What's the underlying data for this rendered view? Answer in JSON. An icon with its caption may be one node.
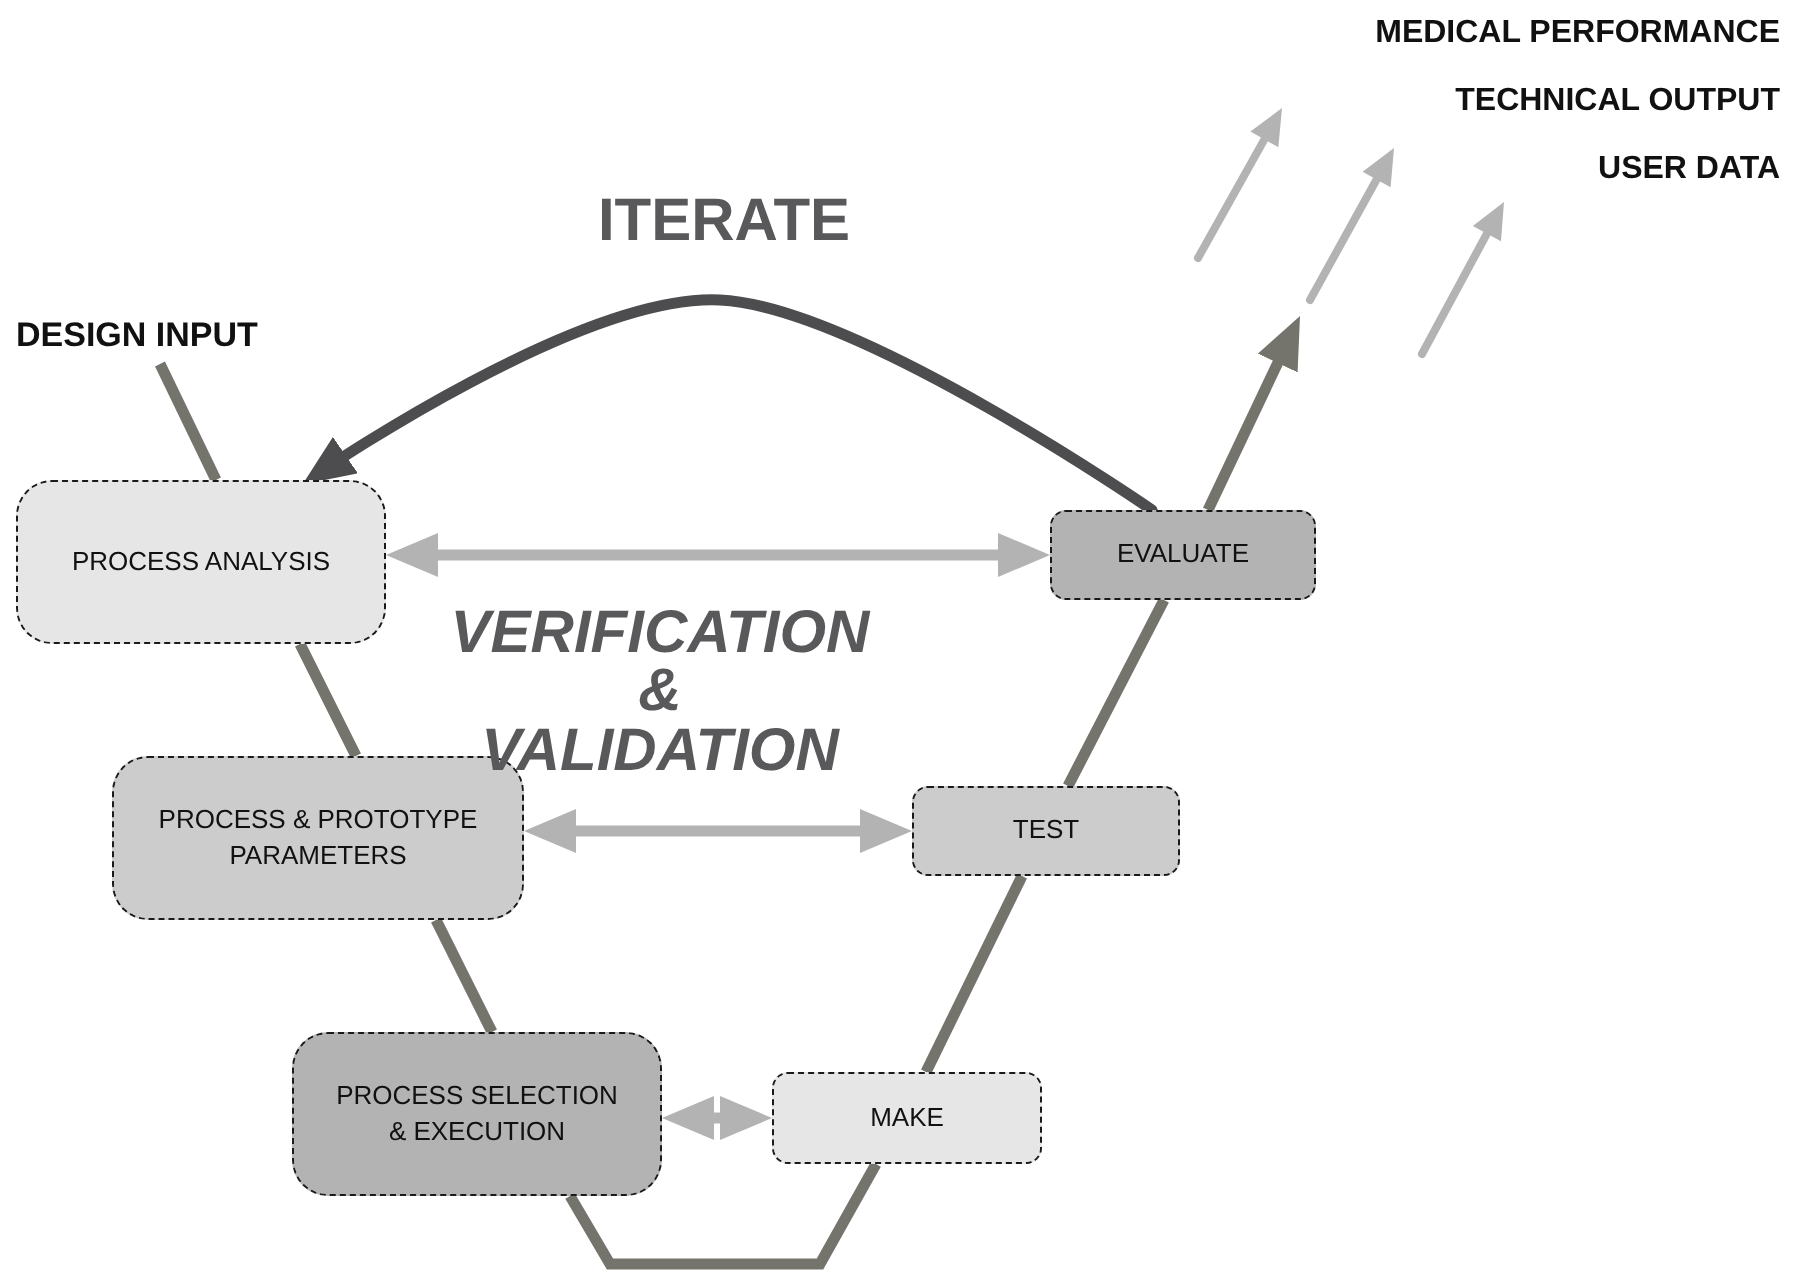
{
  "diagram": {
    "nodes": [
      {
        "text": [
          "DESIGN INPUT"
        ]
      },
      {
        "text": [
          "PROCESS ANALYSIS"
        ]
      },
      {
        "text": [
          "PROCESS & PROTOTYPE PARAMETERS"
        ]
      },
      {
        "text": [
          "PROCESS SELECTION & EXECUTION"
        ]
      },
      {
        "text": [
          "MAKE"
        ]
      },
      {
        "text": [
          "TEST"
        ]
      },
      {
        "text": [
          "EVALUATE"
        ]
      }
    ],
    "edges": [
      {
        "from": 0,
        "to": 1,
        "arrow": "none",
        "color": "#74746c"
      },
      {
        "from": 1,
        "to": 2,
        "arrow": "none",
        "color": "#74746c"
      },
      {
        "from": 2,
        "to": 3,
        "arrow": "none",
        "color": "#74746c"
      },
      {
        "from": 3,
        "to": 4,
        "arrow": "none",
        "color": "#74746c"
      },
      {
        "from": 4,
        "to": 5,
        "arrow": "none",
        "color": "#74746c"
      },
      {
        "from": 5,
        "to": 6,
        "arrow": "none",
        "color": "#74746c"
      },
      {
        "from": 6,
        "to": null,
        "arrow": "to",
        "color": "#74746c"
      },
      {
        "from": 6,
        "to": 1,
        "arrow": "to",
        "label": "ITERATE",
        "color": "#4d4d4f"
      },
      {
        "from": 1,
        "to": 6,
        "arrow": "both",
        "color": "#b3b3b3"
      },
      {
        "from": 2,
        "to": 5,
        "arrow": "both",
        "color": "#b3b3b3"
      },
      {
        "from": 3,
        "to": 4,
        "arrow": "both",
        "color": "#b3b3b3"
      }
    ],
    "labels": [
      "MEDICAL PERFORMANCE",
      "TECHNICAL OUTPUT",
      "USER DATA",
      "VERIFICATION & VALIDATION"
    ]
  }
}
